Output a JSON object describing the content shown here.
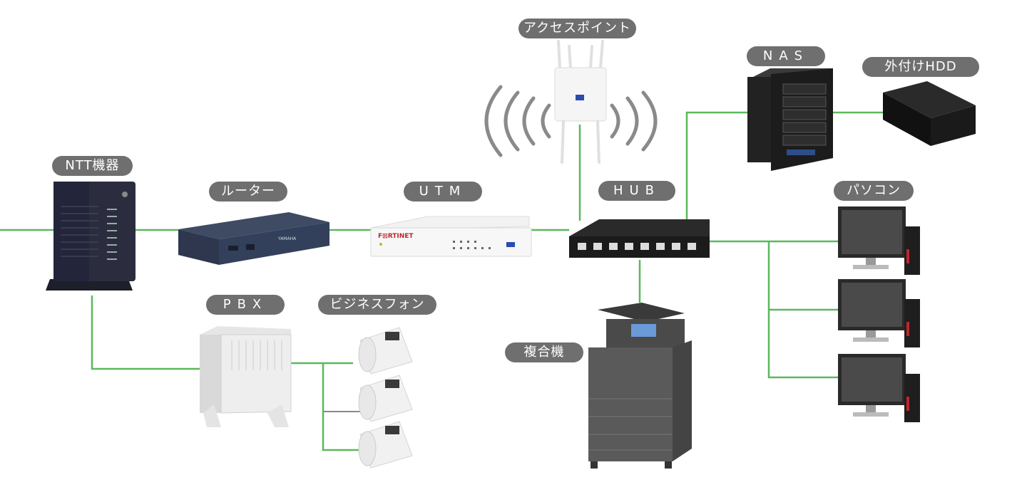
{
  "labels": {
    "ntt": "NTT機器",
    "router": "ルーター",
    "utm": "UTM",
    "access_point": "アクセスポイント",
    "hub": "HUB",
    "nas": "NAS",
    "external_hdd": "外付けHDD",
    "pc": "パソコン",
    "pbx": "PBX",
    "business_phone": "ビジネスフォン",
    "mfp": "複合機"
  },
  "device_text": {
    "utm_brand": "F⊞RTINET",
    "router_brand": "YAMAHA"
  },
  "colors": {
    "link": "#5cb85c",
    "pill_bg": "#6f6f6f",
    "pill_text": "#ffffff",
    "device_dark": "#2b2d3a",
    "device_light": "#eeeeee"
  }
}
